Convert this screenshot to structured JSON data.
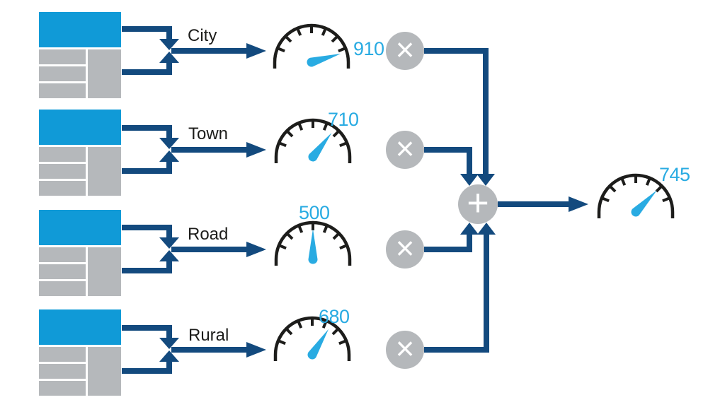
{
  "flow": {
    "sources": [
      {
        "id": "city",
        "label": "City",
        "gauge_value": 910
      },
      {
        "id": "town",
        "label": "Town",
        "gauge_value": 710
      },
      {
        "id": "road",
        "label": "Road",
        "gauge_value": 500
      },
      {
        "id": "rural",
        "label": "Rural",
        "gauge_value": 680
      }
    ],
    "output_gauge_value": 745,
    "multiply_symbol": "×",
    "add_symbol": "+"
  },
  "colors": {
    "accent_blue": "#29abe2",
    "card_blue": "#109ad7",
    "navy": "#134a7e",
    "node_gray": "#b5b8bb",
    "ink": "#1d1d1b"
  }
}
